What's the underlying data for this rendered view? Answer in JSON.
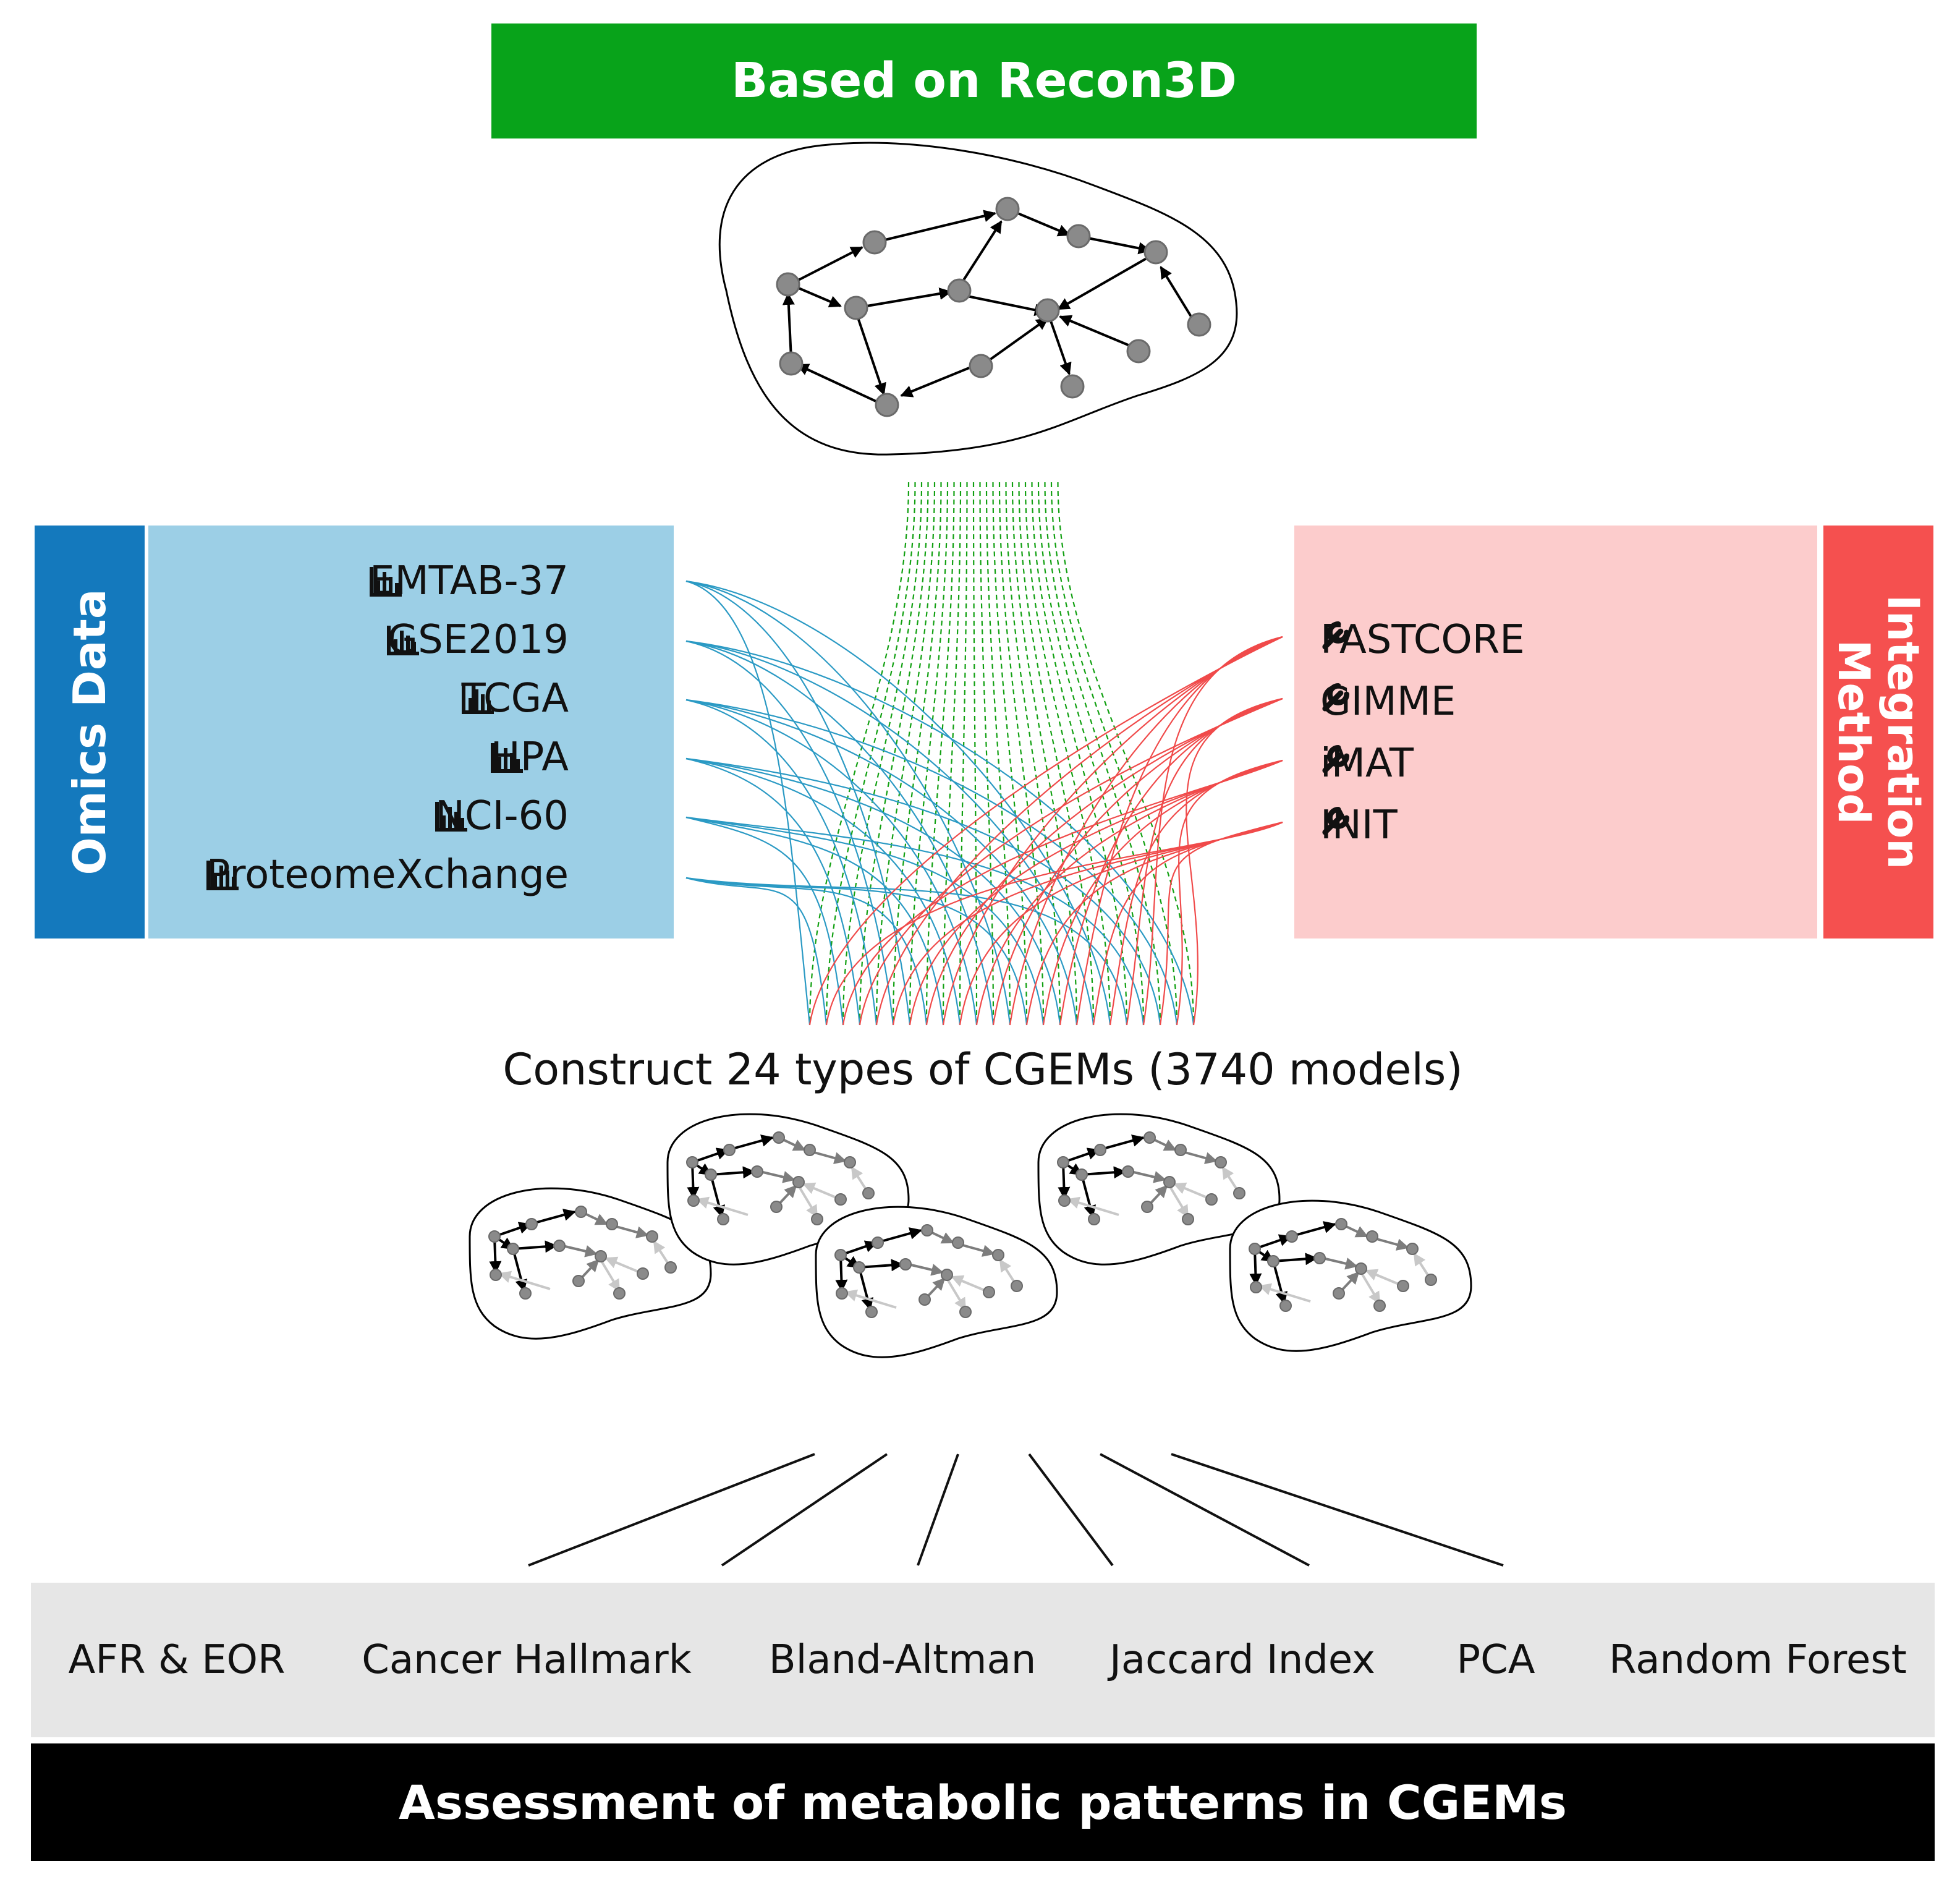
{
  "top_banner": {
    "label": "Based on Recon3D",
    "color": "#08a31a"
  },
  "omics": {
    "side_label": "Omics Data",
    "side_color": "#1479bd",
    "panel_color": "#9ccfe6",
    "items": [
      "EMTAB-37",
      "GSE2019",
      "TCGA",
      "HPA",
      "NCI-60",
      "ProteomeXchange"
    ],
    "item_icon": "bar-chart-icon"
  },
  "integration": {
    "side_label_line1": "Integration",
    "side_label_line2": "Method",
    "side_color": "#f5504f",
    "panel_color": "#fccccc",
    "items": [
      "FASTCORE",
      "GIMME",
      "iMAT",
      "INIT"
    ],
    "item_icon": "wrench-icon"
  },
  "construct_label": "Construct 24 types of CGEMs (3740 models)",
  "methods": [
    "AFR & EOR",
    "Cancer Hallmark",
    "Bland-Altman",
    "Jaccard Index",
    "PCA",
    "Random Forest"
  ],
  "footer": {
    "label": "Assessment of metabolic patterns in CGEMs"
  },
  "line_colors": {
    "omics": "#2b9ac4",
    "integration": "#f04a4a",
    "recon": "#12a012"
  }
}
